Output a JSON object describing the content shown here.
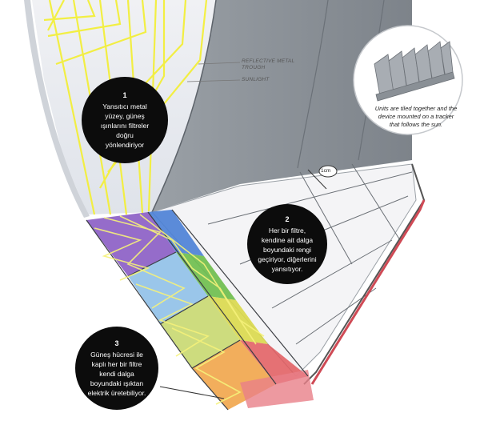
{
  "labels": {
    "trough": "REFLECTIVE METAL TROUGH",
    "sunlight": "SUNLIGHT"
  },
  "inset": {
    "caption": "Units are tiled together and the device mounted on a tracker that follows the sun."
  },
  "scale_label": "1cm",
  "callouts": [
    {
      "number": "1",
      "text": "Yansıtıcı metal yüzey, güneş ışınlarını filtreler doğru yönlendiriyor"
    },
    {
      "number": "2",
      "text": "Her bir filtre, kendine ait dalga boyundaki rengi geçiriyor, diğerlerini yansıtıyor."
    },
    {
      "number": "3",
      "text": "Güneş hücresi ile kaplı her bir filtre kendi dalga boyundaki ışıktan elektrik üretebiliyor."
    }
  ],
  "colors": {
    "trough": "#8c9298",
    "sunlight": "#f3ef3a",
    "filters": [
      "#8a5cc4",
      "#4a7fd6",
      "#6bbd4a",
      "#d9d84a",
      "#f0a040",
      "#e0585c"
    ]
  }
}
